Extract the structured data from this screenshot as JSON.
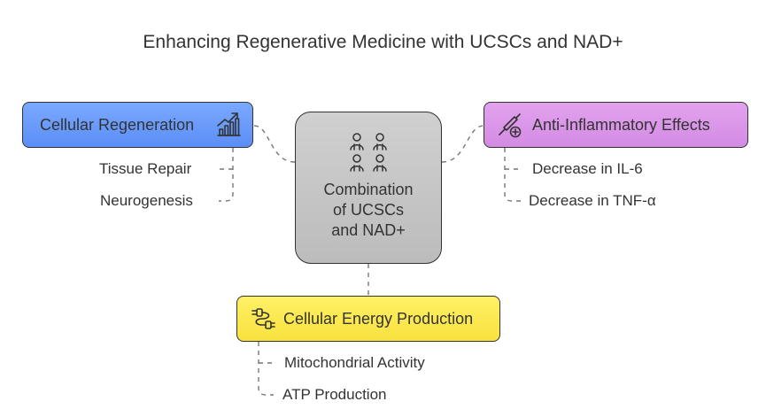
{
  "title": "Enhancing Regenerative Medicine with UCSCs and NAD+",
  "center": {
    "label_lines": [
      "Combination",
      "of UCSCs",
      "and NAD+"
    ],
    "icon": "people-group-icon"
  },
  "nodes": {
    "cellular_regeneration": {
      "label": "Cellular Regeneration",
      "icon": "growth-chart-icon",
      "color": "#6b9bfa",
      "items": [
        "Tissue Repair",
        "Neurogenesis"
      ]
    },
    "anti_inflammatory": {
      "label": "Anti-Inflammatory Effects",
      "icon": "syringe-plus-icon",
      "color": "#d994e8",
      "items": [
        "Decrease in IL-6",
        "Decrease in TNF-α"
      ]
    },
    "energy_production": {
      "label": "Cellular Energy Production",
      "icon": "plug-energy-icon",
      "color": "#fbe74f",
      "items": [
        "Mitochondrial Activity",
        "ATP Production"
      ]
    }
  }
}
